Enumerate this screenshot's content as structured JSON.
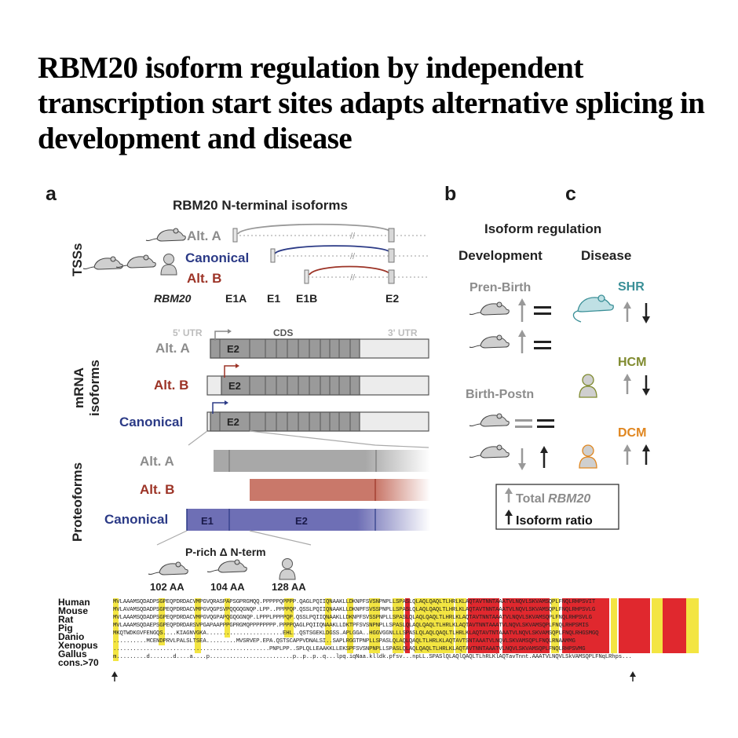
{
  "title": "RBM20 isoform regulation by independent transcription start sites adapts alternative splicing in development and disease",
  "panels": {
    "a": "a",
    "b": "b",
    "c": "c"
  },
  "panel_a": {
    "header": "RBM20 N-terminal isoforms",
    "tss": {
      "row_label": "TSSs",
      "alt_a": "Alt. A",
      "canonical": "Canonical",
      "alt_b": "Alt. B",
      "gene_label": "RBM20",
      "exons": [
        "E1A",
        "E1",
        "E1B",
        "E2"
      ]
    },
    "mrna": {
      "row_label_1": "mRNA",
      "row_label_2": "isoforms",
      "utr5": "5' UTR",
      "cds": "CDS",
      "utr3": "3' UTR",
      "isoforms": [
        "Alt. A",
        "Alt. B",
        "Canonical"
      ],
      "exon_label": "E2"
    },
    "proteoforms": {
      "row_label": "Proteoforms",
      "isoforms": [
        "Alt. A",
        "Alt. B",
        "Canonical"
      ],
      "e1": "E1",
      "e2": "E2",
      "nterm": "P-rich Δ N-term",
      "lengths": [
        "102 AA",
        "104 AA",
        "128 AA"
      ]
    }
  },
  "panel_b": {
    "header": "Isoform regulation",
    "col1": "Development",
    "col2": "Disease",
    "stage1": "Pren-Birth",
    "stage2": "Birth-Postn",
    "diseases": [
      "SHR",
      "HCM",
      "DCM"
    ],
    "legend_total_prefix": "Total",
    "legend_total_gene": "RBM20",
    "legend_ratio": "Isoform ratio"
  },
  "alignment": {
    "species": [
      "Human",
      "Mouse",
      "Rat",
      "Pig",
      "Danio",
      "Xenopus",
      "Gallus",
      "cons.>70"
    ],
    "sequences": [
      "MVLAAAMSQDADPSGPEQPDRDACVMPGVQRASPAPSGPRGMQQ.PPPPPQPPPP.QAGLPQIIQNAAKLLDKNPFSVSNPNPLLSPASLQLAQLQAQLTLHRLKLAQTAVTNNTAAATVLNQVLSKVAMSQPLFNQLRHPSVIT",
      "MVLAVAMSQDADPSGPEQPDRDACVMPGVQGPSVPQQGQGNQP.LPP..PPPPQP.QSSLPQIIQNAAKLLDKNPFSVSSPNPLLSPASLQLAQLQAQLTLHRLKLAQTAVTNNTAAATVLNQVLSKVAMSQPLFNQLRHPSVLG",
      "MVLAAAMSQDADPSGPEQPDRDACVMPGVQGPAPQGQGGNQP.LPPPLPPPPQP.QSSLPQIIQNAAKLLDKNPFSVSSPNPLLSPASLQLAQLQAQLTLHRLKLAQTAVTNNTAAATVLNQVLSKVAMSQPLFNQLRHPSVLG",
      "MVLAAAMSQDAEPSGPEQPDRDARSVPGAPAAPPPGPRGMQPPPPPPPP.PPPPQAGLPQIIQNAAKLLDKTPFSVSNPNPLLSPASLQLAQLQAQLTLHRLKLAQTAVTNNTAAATVLNQVLSKVAMSQPLFNQLRHPSMIS",
      "MKQTWDKGVFENGQS....KIAGNVGKA.......................EHL..QSTSGEKLDGSS.APLGGA..HGGVGGNLLLSPASLQLAQLQAQLTLHRLKLAQTAVTNTAAATVLNQVLSKVAMSQPLFNQLRHGSMGQ",
      "..........MCENDPRVLPALSLTSEA.........MVSRVEP.EPA.QSTSCAPPVDNALSI..SAPLRGGTPNPLLSPASLQLAQLQAQLTLHRLKLAQTAVTSNTAAATVLNQVLSKVAMSQPLFNQLRNAAMMG",
      "...............................................PNPLPP..SPLQLLEAAKKLLEKSPFSVSNPNPLLSPASLQLAQLQAQLTLHRLKLAQTAVTNNTAAATVLNQVLSKVAMSQPLFNQLRHPSVMG",
      "m.........d.......d....a....p.........................p..p..p..q...lpq.iqNaa.klldk.pfsv...npLL.SPASlQLAQlQAQLTLhRLKlAQTavTnnt.AAATVLNQVLSkVAMSQPLFNqLRhps..."
    ]
  },
  "colors": {
    "gray": "#8c8c8c",
    "dark_gray": "#555555",
    "canonical_blue": "#2b3a86",
    "alt_b_red": "#9c3326",
    "alt_b_fill": "#c9786a",
    "canonical_fill": "#6e6fb5",
    "shr": "#3a8f97",
    "hcm": "#7f8a2e",
    "dcm": "#e0861f",
    "align_red": "#e0282e",
    "align_yellow": "#f2e22e"
  }
}
